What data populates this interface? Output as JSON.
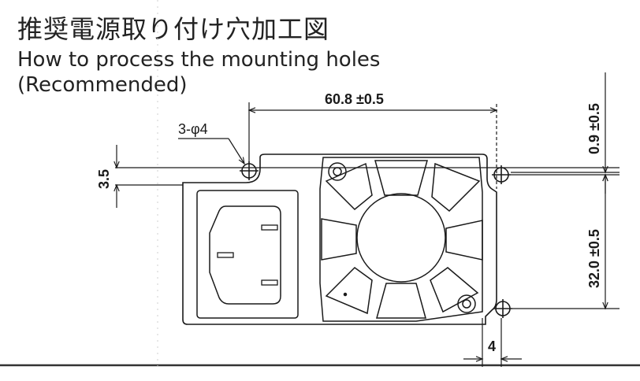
{
  "title": {
    "jp": "推奨電源取り付け穴加工図",
    "en_line1": "How to process the mounting holes",
    "en_line2": "(Recommended)"
  },
  "dimensions": {
    "width": "60.8 ±0.5",
    "top_offset": "0.9 ±0.5",
    "hole_spacing": "32.0 ±0.5",
    "left_offset": "3.5",
    "hole_callout": "3-φ4",
    "edge_offset": "4"
  }
}
